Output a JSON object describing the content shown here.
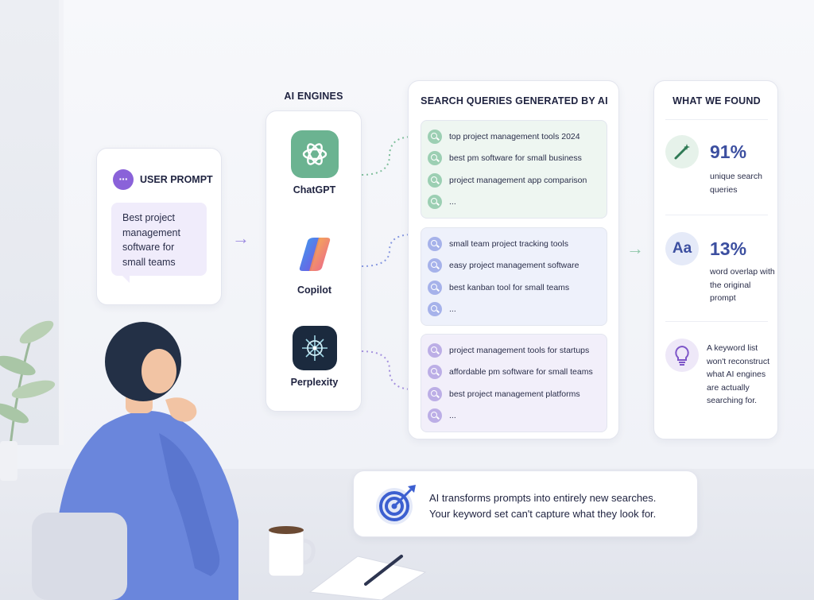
{
  "user_prompt": {
    "header": "USER PROMPT",
    "text": "Best project management software for small teams"
  },
  "engines": {
    "title": "AI ENGINES",
    "items": [
      {
        "name": "ChatGPT",
        "icon": "chatgpt-logo-icon",
        "color": "#5fae8a"
      },
      {
        "name": "Copilot",
        "icon": "copilot-logo-icon",
        "color": "#6a6de0"
      },
      {
        "name": "Perplexity",
        "icon": "perplexity-logo-icon",
        "color": "#1b2a3e"
      }
    ]
  },
  "queries": {
    "title": "SEARCH QUERIES GENERATED BY AI",
    "groups": [
      {
        "color": "#8fc7a9",
        "bg": "#eef6f1",
        "items": [
          "top project management tools 2024",
          "best pm software for small business",
          "project management app comparison",
          "..."
        ]
      },
      {
        "color": "#9aa7e6",
        "bg": "#eef1fb",
        "items": [
          "small team project tracking tools",
          "easy project management software",
          "best kanban tool for small teams",
          "..."
        ]
      },
      {
        "color": "#b2a2e2",
        "bg": "#f2effa",
        "items": [
          "project management tools for startups",
          "affordable pm software for small teams",
          "best project management platforms",
          "..."
        ]
      }
    ]
  },
  "found": {
    "title": "WHAT WE FOUND",
    "items": [
      {
        "icon": "magic-wand-icon",
        "value": "91%",
        "desc": "unique search queries"
      },
      {
        "icon": "text-aa-icon",
        "value": "13%",
        "desc": "word overlap with the original prompt"
      },
      {
        "icon": "lightbulb-icon",
        "value": "",
        "desc": "A keyword list won't reconstruct what AI engines are actually searching for."
      }
    ]
  },
  "banner": {
    "line1": "AI transforms prompts into entirely new searches.",
    "line2": "Your keyword set can't capture what they look for.",
    "icon": "target-icon"
  },
  "colors": {
    "accent": "#3c4fa0",
    "purple": "#8a62d9",
    "green": "#5fae8a"
  }
}
